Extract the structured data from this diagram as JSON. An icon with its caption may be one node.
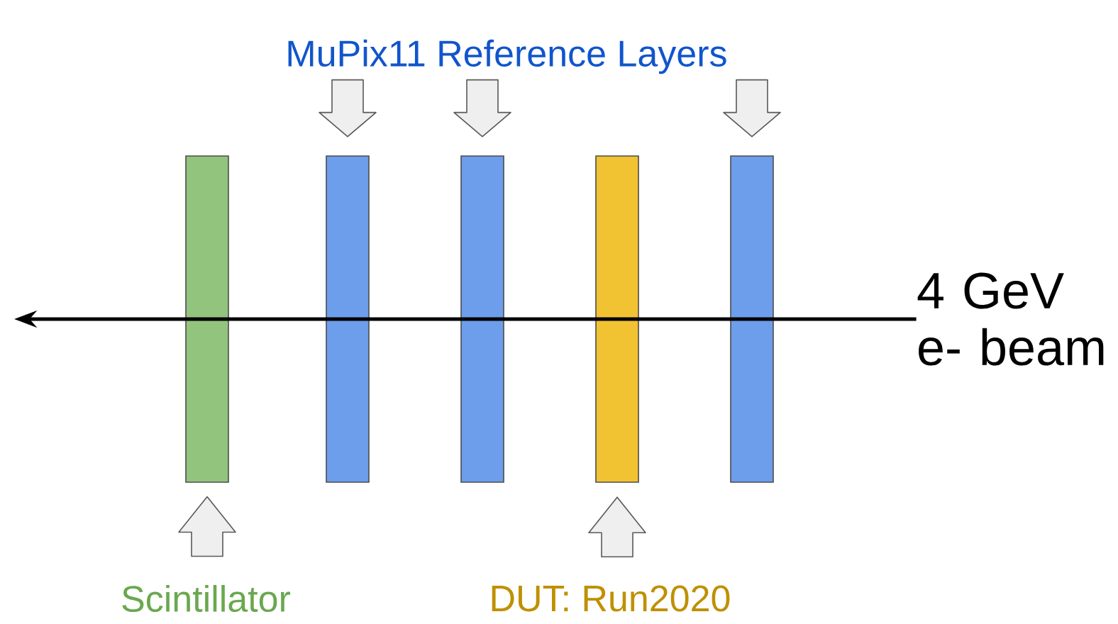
{
  "diagram": {
    "nodes": [
      {
        "text": [
          "MuPix11 Reference Layers"
        ]
      },
      {
        "text": [],
        "shape": "bar"
      },
      {
        "text": [],
        "shape": "bar"
      },
      {
        "text": [],
        "shape": "bar"
      },
      {
        "text": [],
        "shape": "bar"
      },
      {
        "text": [],
        "shape": "bar"
      },
      {
        "text": [
          "4 GeV e- beam"
        ]
      },
      {
        "text": [
          "Scintillator"
        ]
      },
      {
        "text": [
          "DUT: Run2020"
        ]
      }
    ],
    "edges": [
      {
        "from": 0,
        "to": 2,
        "arrow": "to"
      },
      {
        "from": 0,
        "to": 3,
        "arrow": "to"
      },
      {
        "from": 0,
        "to": 5,
        "arrow": "to"
      },
      {
        "from": 7,
        "to": 1,
        "arrow": "to"
      },
      {
        "from": 8,
        "to": 4,
        "arrow": "to"
      },
      {
        "from": 6,
        "to": null,
        "arrow": "to"
      }
    ]
  }
}
